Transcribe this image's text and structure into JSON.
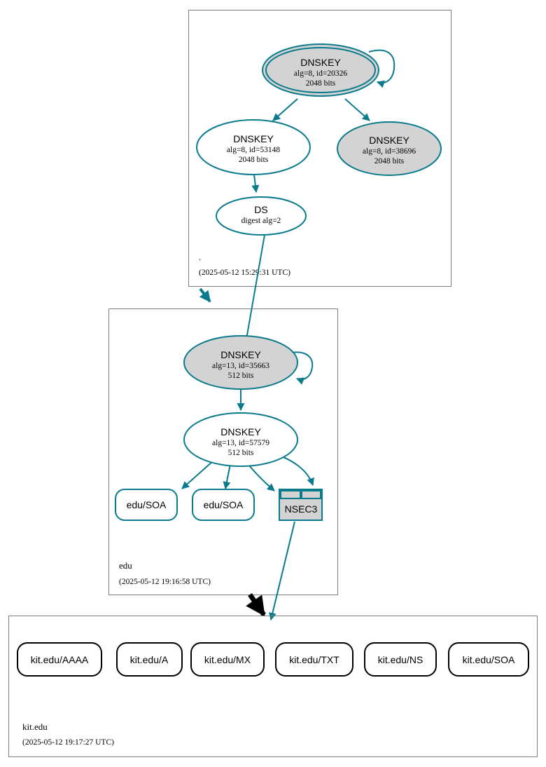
{
  "diagram": {
    "type": "dnssec-authentication-chain",
    "accent_color": "#0a7b8c",
    "secure_fill": "#d3d3d3",
    "insecure_color": "#000000",
    "cluster_border": "#7f7f7f"
  },
  "zones": [
    {
      "id": "root",
      "name": ".",
      "timestamp": "(2025-05-12 15:29:31 UTC)",
      "nodes": [
        {
          "id": "root-ksk",
          "kind": "DNSKEY",
          "title": "DNSKEY",
          "line2": "alg=8, id=20326",
          "line3": "2048 bits",
          "shape": "doubleellipse",
          "fill": "#d3d3d3",
          "self_signed": true
        },
        {
          "id": "root-zsk-53148",
          "kind": "DNSKEY",
          "title": "DNSKEY",
          "line2": "alg=8, id=53148",
          "line3": "2048 bits",
          "shape": "ellipse",
          "fill": "#ffffff",
          "self_signed": false
        },
        {
          "id": "root-zsk-38696",
          "kind": "DNSKEY",
          "title": "DNSKEY",
          "line2": "alg=8, id=38696",
          "line3": "2048 bits",
          "shape": "ellipse",
          "fill": "#d3d3d3",
          "self_signed": false
        },
        {
          "id": "root-ds",
          "kind": "DS",
          "title": "DS",
          "line2": "digest alg=2",
          "line3": "",
          "shape": "ellipse",
          "fill": "#ffffff",
          "self_signed": false
        }
      ]
    },
    {
      "id": "edu",
      "name": "edu",
      "timestamp": "(2025-05-12 19:16:58 UTC)",
      "nodes": [
        {
          "id": "edu-ksk",
          "kind": "DNSKEY",
          "title": "DNSKEY",
          "line2": "alg=13, id=35663",
          "line3": "512 bits",
          "shape": "ellipse",
          "fill": "#d3d3d3",
          "self_signed": true
        },
        {
          "id": "edu-zsk",
          "kind": "DNSKEY",
          "title": "DNSKEY",
          "line2": "alg=13, id=57579",
          "line3": "512 bits",
          "shape": "ellipse",
          "fill": "#ffffff",
          "self_signed": false
        },
        {
          "id": "edu-soa-1",
          "kind": "RRset",
          "title": "edu/SOA",
          "shape": "rounded-rect",
          "fill": "#ffffff",
          "stroke": "#0a7b8c"
        },
        {
          "id": "edu-soa-2",
          "kind": "RRset",
          "title": "edu/SOA",
          "shape": "rounded-rect",
          "fill": "#ffffff",
          "stroke": "#0a7b8c"
        },
        {
          "id": "edu-nsec3",
          "kind": "NSEC3",
          "title": "NSEC3",
          "shape": "table",
          "fill": "#d3d3d3",
          "stroke": "#0a7b8c"
        }
      ]
    },
    {
      "id": "kit-edu",
      "name": "kit.edu",
      "timestamp": "(2025-05-12 19:17:27 UTC)",
      "nodes": [
        {
          "id": "kit-aaaa",
          "kind": "RRset",
          "title": "kit.edu/AAAA",
          "shape": "rounded-rect",
          "fill": "#ffffff",
          "stroke": "#000000"
        },
        {
          "id": "kit-a",
          "kind": "RRset",
          "title": "kit.edu/A",
          "shape": "rounded-rect",
          "fill": "#ffffff",
          "stroke": "#000000"
        },
        {
          "id": "kit-mx",
          "kind": "RRset",
          "title": "kit.edu/MX",
          "shape": "rounded-rect",
          "fill": "#ffffff",
          "stroke": "#000000"
        },
        {
          "id": "kit-txt",
          "kind": "RRset",
          "title": "kit.edu/TXT",
          "shape": "rounded-rect",
          "fill": "#ffffff",
          "stroke": "#000000"
        },
        {
          "id": "kit-ns",
          "kind": "RRset",
          "title": "kit.edu/NS",
          "shape": "rounded-rect",
          "fill": "#ffffff",
          "stroke": "#000000"
        },
        {
          "id": "kit-soa",
          "kind": "RRset",
          "title": "kit.edu/SOA",
          "shape": "rounded-rect",
          "fill": "#ffffff",
          "stroke": "#000000"
        }
      ]
    }
  ],
  "edges": [
    {
      "from": "root-ksk",
      "to": "root-ksk",
      "kind": "self-sign",
      "color": "#0a7b8c"
    },
    {
      "from": "root-ksk",
      "to": "root-zsk-53148",
      "kind": "rrsig",
      "color": "#0a7b8c"
    },
    {
      "from": "root-ksk",
      "to": "root-zsk-38696",
      "kind": "rrsig",
      "color": "#0a7b8c"
    },
    {
      "from": "root-zsk-53148",
      "to": "root-ds",
      "kind": "rrsig",
      "color": "#0a7b8c"
    },
    {
      "from": "root-ds",
      "to": "edu-ksk",
      "kind": "ds",
      "color": "#0a7b8c"
    },
    {
      "from": "root",
      "to": "edu",
      "kind": "delegation-secure",
      "color": "#0a7b8c"
    },
    {
      "from": "edu-ksk",
      "to": "edu-ksk",
      "kind": "self-sign",
      "color": "#0a7b8c"
    },
    {
      "from": "edu-ksk",
      "to": "edu-zsk",
      "kind": "rrsig",
      "color": "#0a7b8c"
    },
    {
      "from": "edu-zsk",
      "to": "edu-soa-1",
      "kind": "rrsig",
      "color": "#0a7b8c"
    },
    {
      "from": "edu-zsk",
      "to": "edu-soa-2",
      "kind": "rrsig",
      "color": "#0a7b8c"
    },
    {
      "from": "edu-zsk",
      "to": "edu-nsec3",
      "kind": "rrsig",
      "color": "#0a7b8c"
    },
    {
      "from": "edu-zsk",
      "to": "edu-nsec3",
      "kind": "rrsig",
      "color": "#0a7b8c"
    },
    {
      "from": "edu-nsec3",
      "to": "kit-edu",
      "kind": "proof-insecure",
      "color": "#0a7b8c"
    },
    {
      "from": "edu",
      "to": "kit-edu",
      "kind": "delegation-insecure",
      "color": "#000000"
    }
  ]
}
